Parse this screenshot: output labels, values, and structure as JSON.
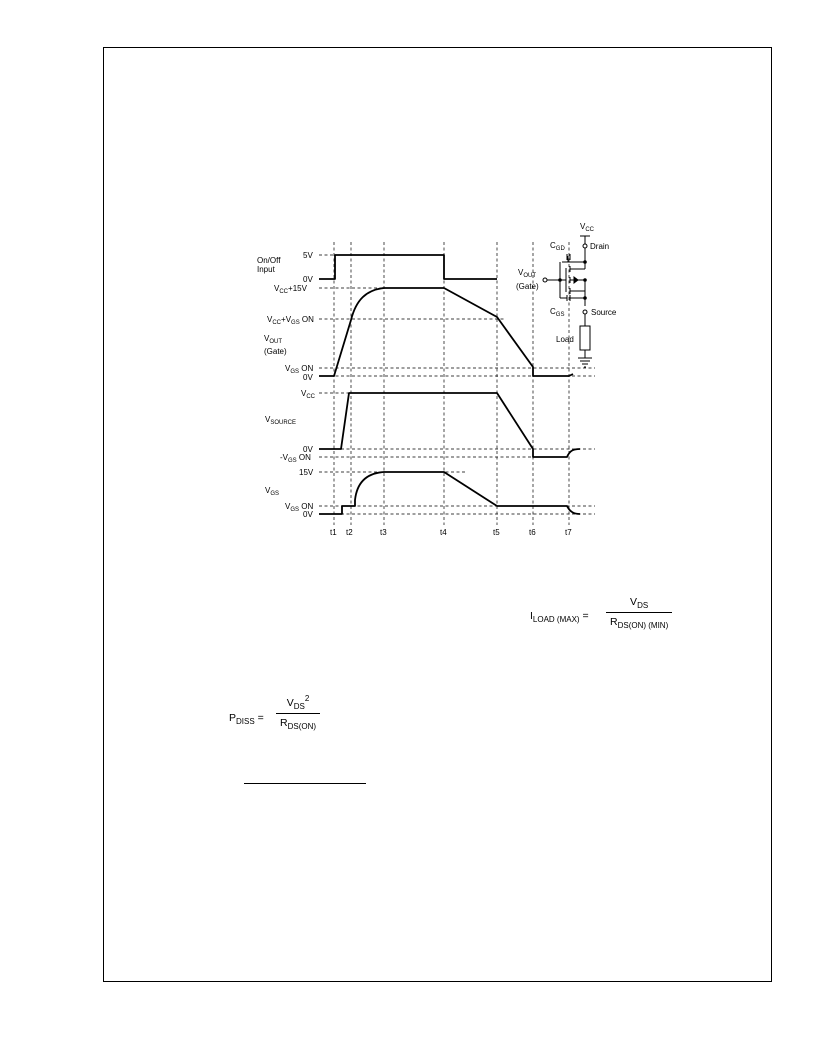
{
  "waveform": {
    "on_off_input": {
      "line1": "On/Off",
      "line2": "Input"
    },
    "level_5v": "5V",
    "level_0v": "0V",
    "vcc_plus_15": {
      "a": "V",
      "b": "CC",
      "c": "+15V"
    },
    "vcc_plus_vgs_on": {
      "a": "V",
      "b": "CC",
      "c": "+V",
      "d": "GS",
      "e": " ON"
    },
    "vout_gate": {
      "a": "V",
      "b": "OUT",
      "line2": "(Gate)"
    },
    "vgs_on": {
      "a": "V",
      "b": "GS",
      "c": " ON"
    },
    "vcc": {
      "a": "V",
      "b": "CC"
    },
    "vsource": {
      "a": "V",
      "b": "SOURCE"
    },
    "neg_vgs_on": {
      "a": "-V",
      "b": "GS",
      "c": " ON"
    },
    "level_15v": "15V",
    "vgs": {
      "a": "V",
      "b": "GS"
    },
    "time_labels": [
      "t1",
      "t2",
      "t3",
      "t4",
      "t5",
      "t6",
      "t7"
    ]
  },
  "circuit": {
    "vcc": {
      "a": "V",
      "b": "CC"
    },
    "drain": "Drain",
    "cgd": {
      "a": "C",
      "b": "GD"
    },
    "vout": {
      "a": "V",
      "b": "OUT"
    },
    "gate": "(Gate)",
    "cgs": {
      "a": "C",
      "b": "GS"
    },
    "source": "Source",
    "load": "Load"
  },
  "equations": {
    "iload": {
      "lhs_a": "I",
      "lhs_b": "LOAD (MAX)",
      "eq": "=",
      "num_a": "V",
      "num_b": "DS",
      "den_a": "R",
      "den_b": "DS(ON) (MIN)"
    },
    "pdiss": {
      "lhs_a": "P",
      "lhs_b": "DISS",
      "eq": "=",
      "num_a": "V",
      "num_b": "DS",
      "num_sup": "2",
      "den_a": "R",
      "den_b": "DS(ON)"
    }
  }
}
